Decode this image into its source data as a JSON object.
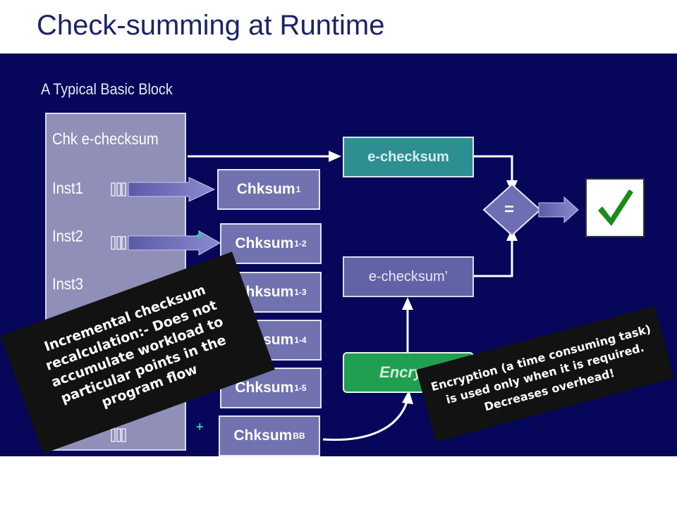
{
  "title": "Check-summing at Runtime",
  "subtitle": "A Typical Basic Block",
  "basic_block": {
    "lines": [
      "Chk e-checksum",
      "Inst1",
      "Inst2",
      "Inst3"
    ]
  },
  "checksums": [
    {
      "label": "Chksum",
      "sub": "1"
    },
    {
      "label": "Chksum",
      "sub": "1-2"
    },
    {
      "label": "Chksum",
      "sub": "1-3"
    },
    {
      "label": "Chksum",
      "sub": "1-4"
    },
    {
      "label": "Chksum",
      "sub": "1-5"
    },
    {
      "label": "Chksum",
      "sub": "BB"
    }
  ],
  "plus_sign": "+",
  "e_checksum": "e-checksum",
  "e_checksum_prime": "e-checksum’",
  "encrypt": "Encrypt",
  "compare": "=",
  "notes": {
    "incremental": "Incremental checksum recalculation:- Does not accumulate workload to particular points in the program flow",
    "encryption": "Encryption (a time consuming task) is  used only when it is required. Decreases overhead!"
  },
  "colors": {
    "background_panel": "#06065a",
    "title": "#1a2466",
    "checksum_box": "#7272b0",
    "e_checksum_box": "#2e8f92",
    "encrypt_box": "#1fa050",
    "checkmark": "#1a8a1a"
  }
}
